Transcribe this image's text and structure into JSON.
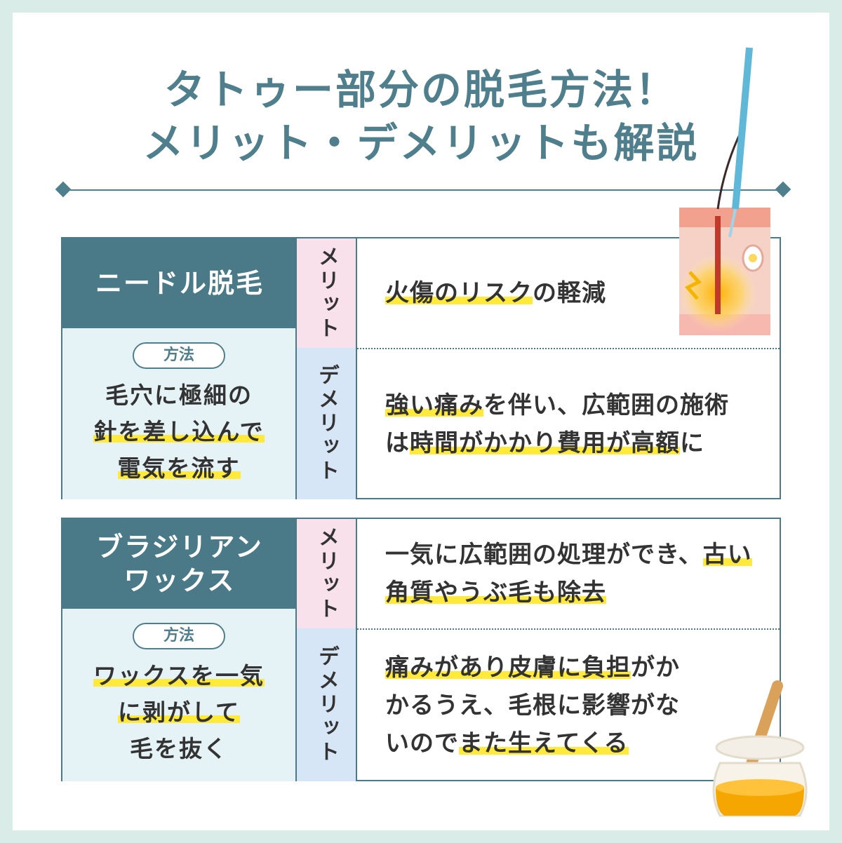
{
  "title": {
    "line1": "タトゥー部分の脱毛方法！",
    "line2": "メリット・デメリットも解説"
  },
  "method_label": "方法",
  "merit_label": "メリット",
  "demerit_label": "デメリット",
  "sections": [
    {
      "name": "ニードル脱毛",
      "method_lines": [
        {
          "plain": "毛穴に極細の",
          "hl": ""
        },
        {
          "plain": "",
          "hl": "針を差し込んで"
        },
        {
          "plain": "",
          "hl": "電気を流す"
        }
      ],
      "merit": {
        "hl": "火傷のリスク",
        "rest": "の軽減"
      },
      "demerit": {
        "hl1": "強い痛み",
        "rest1": "を伴い、広範囲の施術は",
        "hl2": "時間がかかり費用が高額",
        "rest2": "に"
      }
    },
    {
      "name_line1": "ブラジリアン",
      "name_line2": "ワックス",
      "method_lines": [
        {
          "plain": "",
          "hl": "ワックスを一気"
        },
        {
          "plain": "",
          "hl": "に剥がして"
        },
        {
          "plain": "毛を抜く",
          "hl": ""
        }
      ],
      "merit": {
        "plain": "一気に広範囲の処理ができ、",
        "hl": "古い角質やうぶ毛も除去"
      },
      "demerit": {
        "hl1": "痛みがあり皮膚に負担",
        "rest1": "がかかるうえ、毛根に影響がないので",
        "hl2": "また生えてくる"
      }
    }
  ],
  "colors": {
    "teal": "#4a7a87",
    "merit_bg": "#f8e1ea",
    "demerit_bg": "#d6e6f7",
    "highlight": "#ffe93b",
    "background": "#d9ece8"
  }
}
